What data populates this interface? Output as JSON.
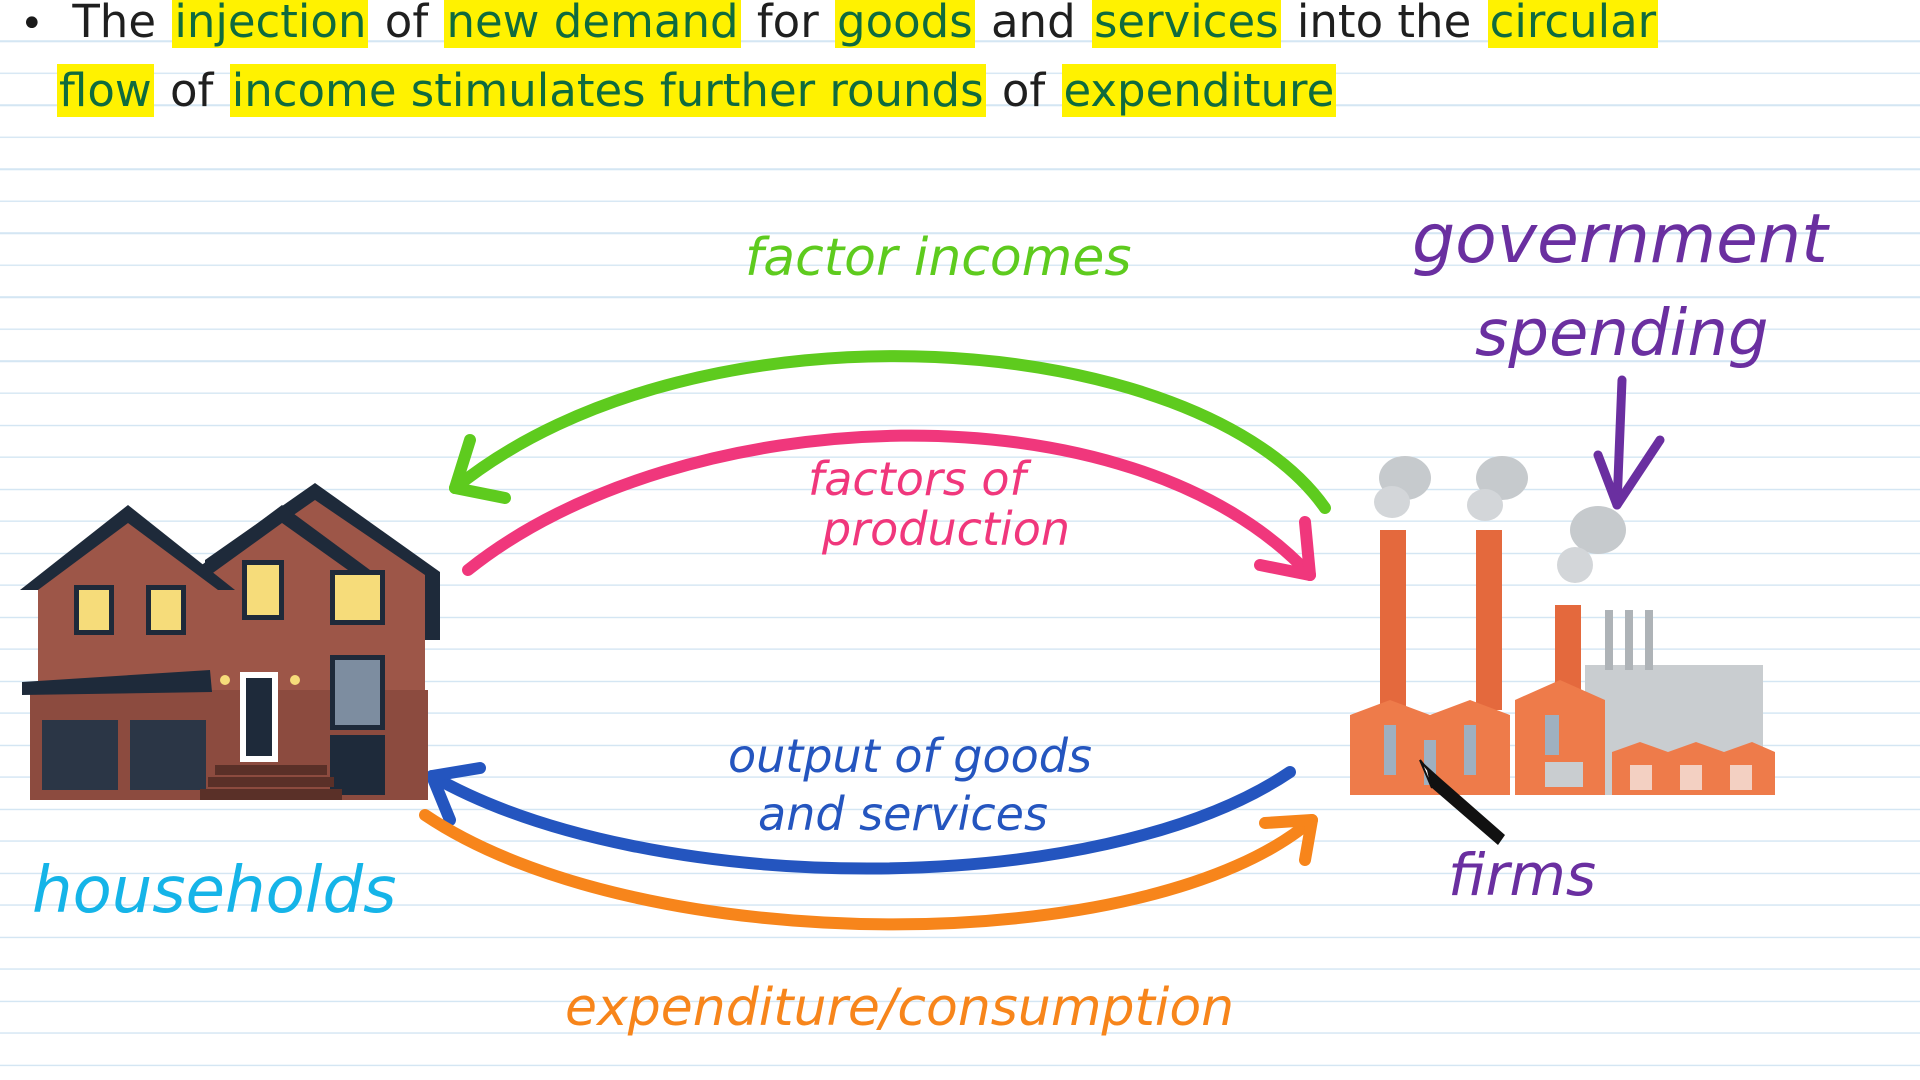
{
  "bullet": {
    "line1": [
      {
        "t": "The ",
        "hl": false
      },
      {
        "t": "injection",
        "hl": true
      },
      {
        "t": " of ",
        "hl": false
      },
      {
        "t": "new demand",
        "hl": true
      },
      {
        "t": " for ",
        "hl": false
      },
      {
        "t": "goods",
        "hl": true
      },
      {
        "t": " and ",
        "hl": false
      },
      {
        "t": "services",
        "hl": true
      },
      {
        "t": " into the ",
        "hl": false
      },
      {
        "t": "circular",
        "hl": true
      }
    ],
    "line2": [
      {
        "t": "flow",
        "hl": true
      },
      {
        "t": " of ",
        "hl": false
      },
      {
        "t": "income stimulates further rounds",
        "hl": true
      },
      {
        "t": " of ",
        "hl": false
      },
      {
        "t": "expenditure",
        "hl": true
      }
    ]
  },
  "diagram": {
    "factor_incomes": "factor incomes",
    "factors_of_production_1": "factors of",
    "factors_of_production_2": "production",
    "output_1": "output of goods",
    "output_2": "and services",
    "expenditure": "expenditure/consumption",
    "households": "households",
    "firms": "firms",
    "gov_1": "government",
    "gov_2": "spending"
  },
  "colors": {
    "green": "#5ecb1e",
    "pink": "#f0377c",
    "blue": "#2455bf",
    "orange": "#f7851b",
    "purple": "#6a2fa0",
    "cyan": "#15b4e8",
    "highlight": "#fff200"
  },
  "icons": [
    "house-icon",
    "factory-icon",
    "pen-cursor-icon",
    "bullet-icon"
  ]
}
